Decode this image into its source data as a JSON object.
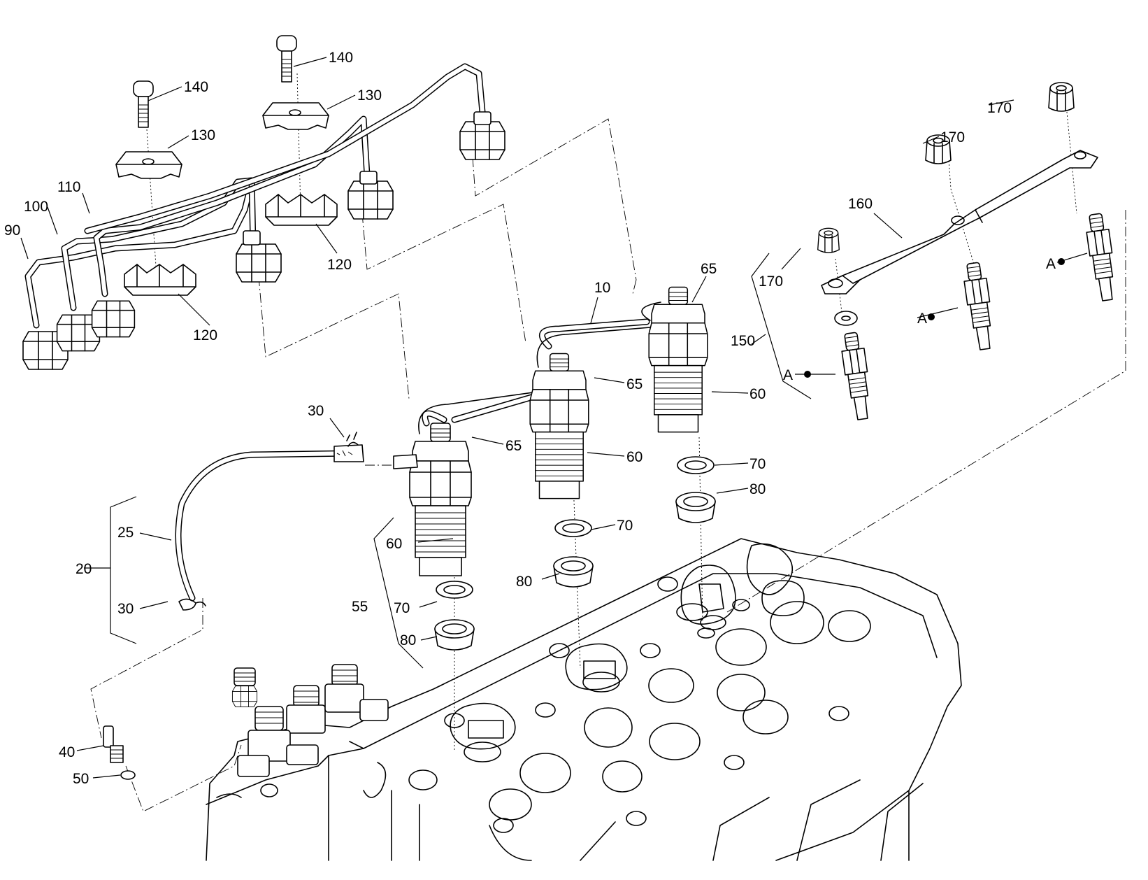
{
  "callouts": [
    {
      "id": "c140a",
      "text": "140"
    },
    {
      "id": "c140b",
      "text": "140"
    },
    {
      "id": "c130a",
      "text": "130"
    },
    {
      "id": "c130b",
      "text": "130"
    },
    {
      "id": "c110",
      "text": "110"
    },
    {
      "id": "c100",
      "text": "100"
    },
    {
      "id": "c90",
      "text": "90"
    },
    {
      "id": "c120a",
      "text": "120"
    },
    {
      "id": "c120b",
      "text": "120"
    },
    {
      "id": "c10",
      "text": "10"
    },
    {
      "id": "c65a",
      "text": "65"
    },
    {
      "id": "c65b",
      "text": "65"
    },
    {
      "id": "c65c",
      "text": "65"
    },
    {
      "id": "c60a",
      "text": "60"
    },
    {
      "id": "c60b",
      "text": "60"
    },
    {
      "id": "c60c",
      "text": "60"
    },
    {
      "id": "c70a",
      "text": "70"
    },
    {
      "id": "c70b",
      "text": "70"
    },
    {
      "id": "c70c",
      "text": "70"
    },
    {
      "id": "c80a",
      "text": "80"
    },
    {
      "id": "c80b",
      "text": "80"
    },
    {
      "id": "c80c",
      "text": "80"
    },
    {
      "id": "c55",
      "text": "55"
    },
    {
      "id": "c30a",
      "text": "30"
    },
    {
      "id": "c30b",
      "text": "30"
    },
    {
      "id": "c25",
      "text": "25"
    },
    {
      "id": "c20",
      "text": "20"
    },
    {
      "id": "c40",
      "text": "40"
    },
    {
      "id": "c50",
      "text": "50"
    },
    {
      "id": "c150",
      "text": "150"
    },
    {
      "id": "c160",
      "text": "160"
    },
    {
      "id": "c170a",
      "text": "170"
    },
    {
      "id": "c170b",
      "text": "170"
    },
    {
      "id": "c170c",
      "text": "170"
    },
    {
      "id": "cAa",
      "text": "A"
    },
    {
      "id": "cAb",
      "text": "A"
    },
    {
      "id": "cAc",
      "text": "A"
    }
  ]
}
